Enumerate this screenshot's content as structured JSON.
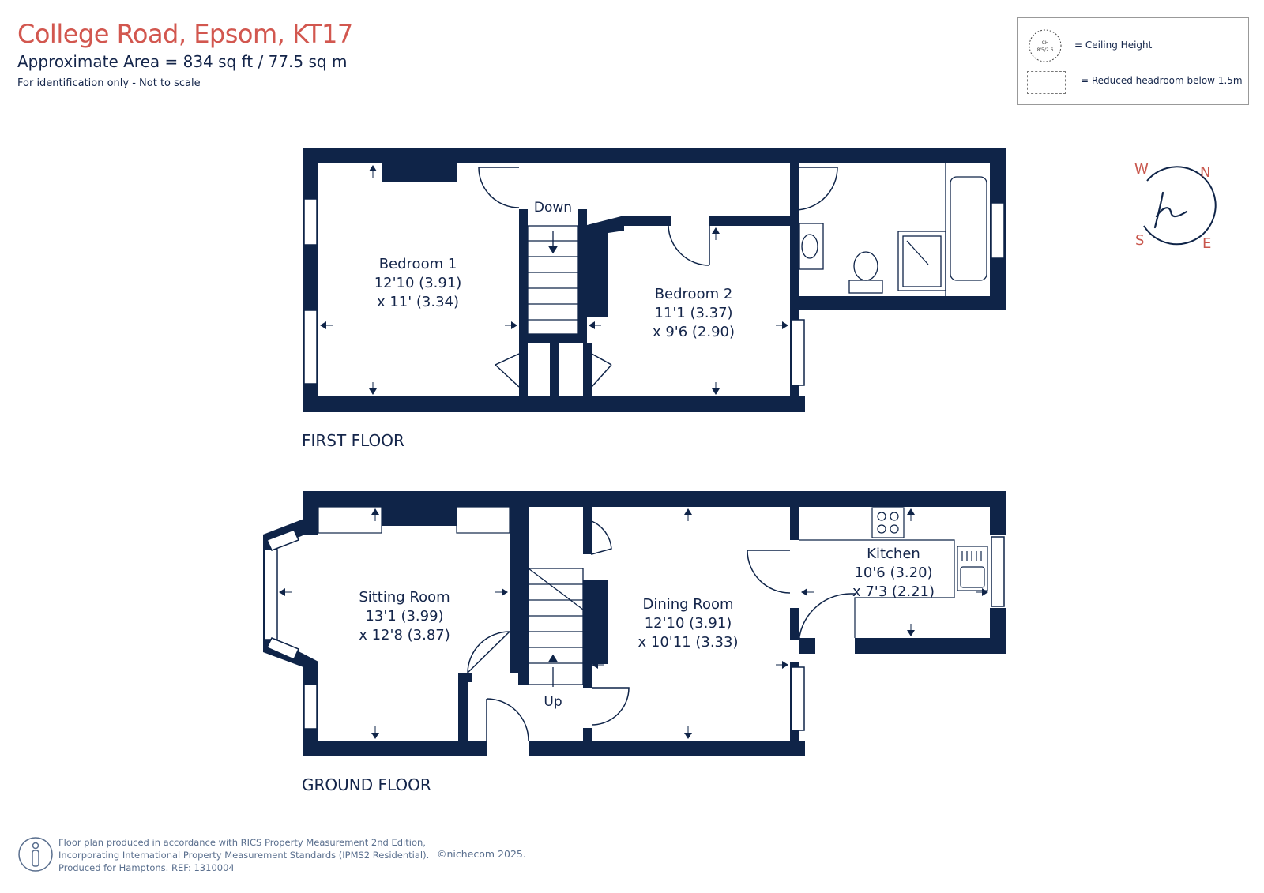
{
  "header": {
    "title": "College Road, Epsom, KT17",
    "area": "Approximate Area = 834  sq ft / 77.5  sq m",
    "identification": "For identification only - Not to scale"
  },
  "legend": {
    "ceiling_icon_line1": "CH",
    "ceiling_icon_line2": "8'5/2.6",
    "ceiling_label": "= Ceiling Height",
    "headroom_label": "= Reduced headroom below 1.5m"
  },
  "compass": {
    "w": "W",
    "n": "N",
    "s": "S",
    "e": "E",
    "logo": "h"
  },
  "first_floor": {
    "label": "FIRST FLOOR",
    "stairs_label": "Down",
    "rooms": [
      {
        "name": "Bedroom 1",
        "dim1": "12'10 (3.91)",
        "dim2": "x 11' (3.34)"
      },
      {
        "name": "Bedroom 2",
        "dim1": "11'1 (3.37)",
        "dim2": "x 9'6 (2.90)"
      }
    ]
  },
  "ground_floor": {
    "label": "GROUND FLOOR",
    "stairs_label": "Up",
    "rooms": [
      {
        "name": "Sitting Room",
        "dim1": "13'1 (3.99)",
        "dim2": "x 12'8 (3.87)"
      },
      {
        "name": "Dining Room",
        "dim1": "12'10 (3.91)",
        "dim2": "x 10'11 (3.33)"
      },
      {
        "name": "Kitchen",
        "dim1": "10'6 (3.20)",
        "dim2": "x 7'3 (2.21)"
      }
    ]
  },
  "footer": {
    "line1": "Floor plan produced in accordance with RICS Property Measurement 2nd Edition,",
    "line2": "Incorporating International Property Measurement Standards (IPMS2 Residential).",
    "line3": "Produced for Hamptons.   REF:  1310004",
    "brand": "©nichecom 2025."
  },
  "colors": {
    "wall": "#0f2448",
    "title": "#d2574f",
    "compass": "#c8564c",
    "text": "#14254a"
  }
}
